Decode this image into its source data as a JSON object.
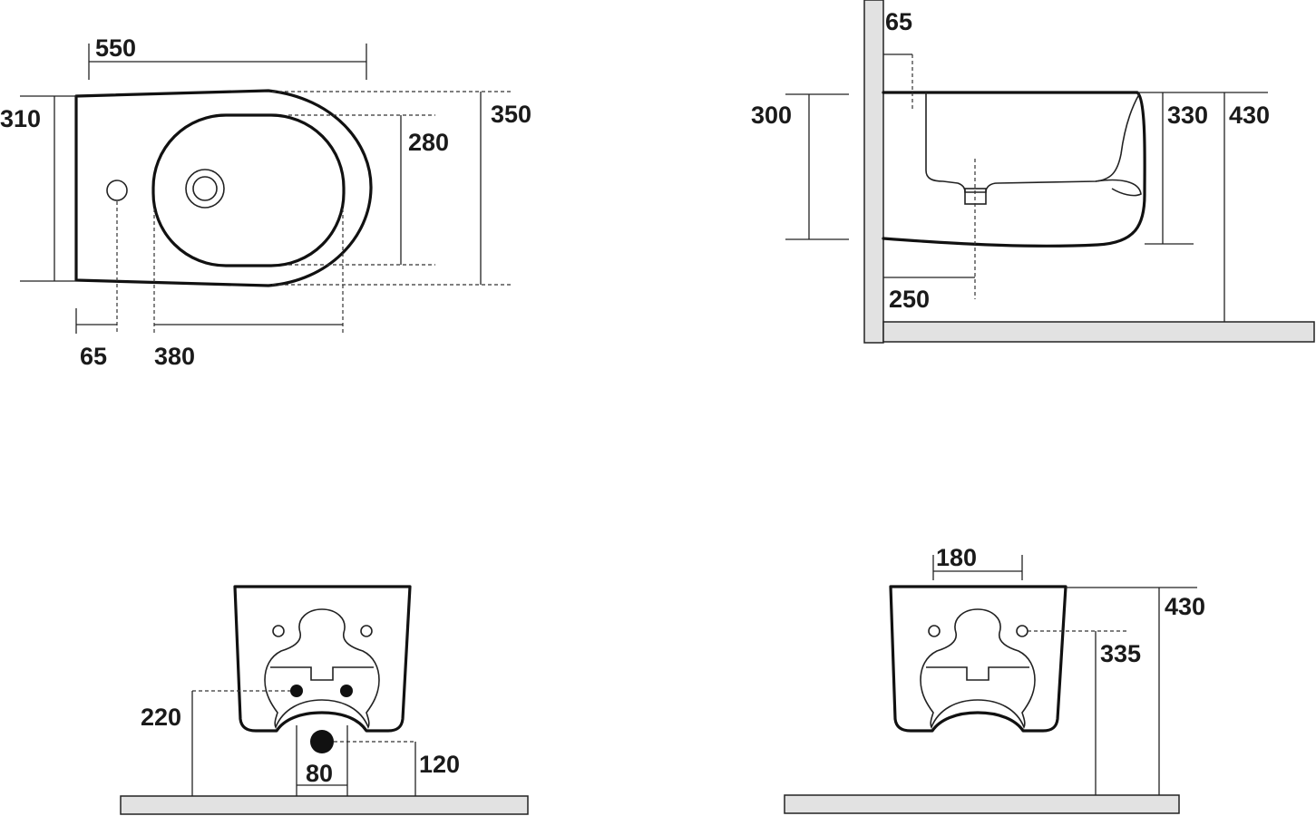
{
  "top_view": {
    "dim_550": "550",
    "dim_310": "310",
    "dim_280": "280",
    "dim_350": "350",
    "dim_65": "65",
    "dim_380": "380"
  },
  "side_view": {
    "dim_65": "65",
    "dim_300": "300",
    "dim_330": "330",
    "dim_430": "430",
    "dim_250": "250"
  },
  "rear_view_left": {
    "dim_220": "220",
    "dim_120": "120",
    "dim_80": "80"
  },
  "rear_view_right": {
    "dim_180": "180",
    "dim_430": "430",
    "dim_335": "335"
  }
}
